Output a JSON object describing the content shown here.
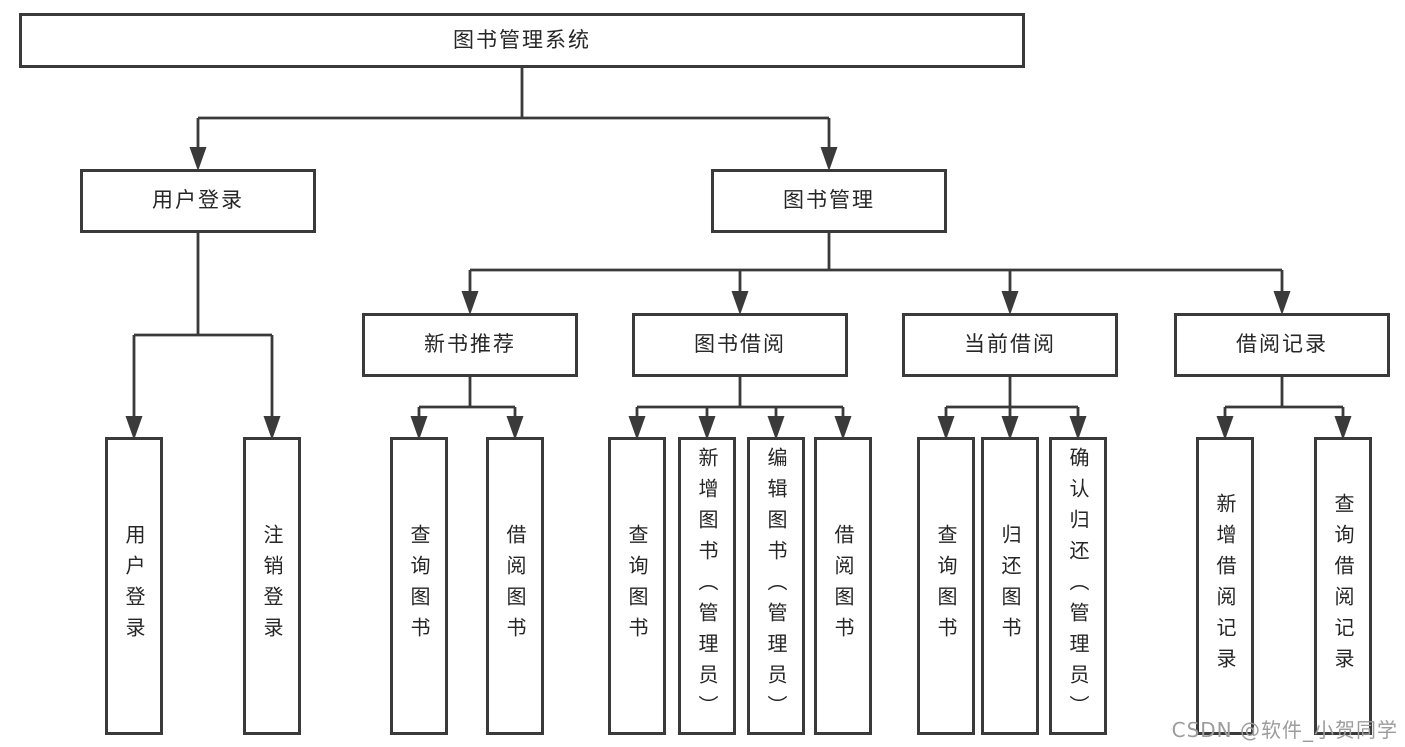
{
  "diagram": {
    "root": {
      "label": "图书管理系统"
    },
    "level2": [
      {
        "label": "用户登录"
      },
      {
        "label": "图书管理"
      }
    ],
    "level3": [
      {
        "label": "新书推荐"
      },
      {
        "label": "图书借阅"
      },
      {
        "label": "当前借阅"
      },
      {
        "label": "借阅记录"
      }
    ],
    "leaves": [
      {
        "label": "用户登录"
      },
      {
        "label": "注销登录"
      },
      {
        "label": "查询图书"
      },
      {
        "label": "借阅图书"
      },
      {
        "label": "查询图书"
      },
      {
        "label": "新增图书（管理员）"
      },
      {
        "label": "编辑图书（管理员）"
      },
      {
        "label": "借阅图书"
      },
      {
        "label": "查询图书"
      },
      {
        "label": "归还图书"
      },
      {
        "label": "确认归还（管理员）"
      },
      {
        "label": "新增借阅记录"
      },
      {
        "label": "查询借阅记录"
      }
    ]
  },
  "watermark": {
    "text": "CSDN @软件_小贺同学"
  },
  "colors": {
    "line": "#3a3a3a",
    "text": "#262626",
    "watermark": "#9c9c9c",
    "background": "#ffffff"
  }
}
